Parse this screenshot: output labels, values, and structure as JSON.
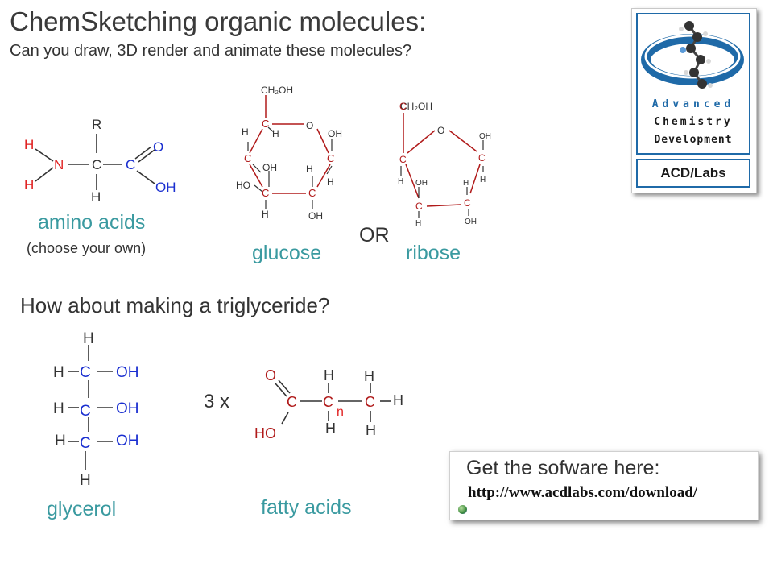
{
  "title": "ChemSketching organic molecules:",
  "subtitle": "Can you draw, 3D render and animate these molecules?",
  "question": "How about making a triglyceride?",
  "captions": {
    "amino_acids": "amino acids",
    "amino_acids_sub": "(choose your own)",
    "glucose": "glucose",
    "or": "OR",
    "ribose": "ribose",
    "glycerol": "glycerol",
    "times": "3 x",
    "fatty_acids": "fatty acids"
  },
  "molecules": {
    "amino": {
      "H1": "H",
      "H2": "H",
      "N": "N",
      "C1": "C",
      "C2": "C",
      "R": "R",
      "Hb": "H",
      "O": "O",
      "OH": "OH"
    },
    "glucose": {
      "CH2OH": "CH₂OH",
      "C": "C",
      "O": "O",
      "H": "H",
      "OH": "OH",
      "HO": "HO"
    },
    "ribose": {
      "CH2OH": "CH₂OH",
      "C": "C",
      "O": "O",
      "H": "H",
      "OH": "OH"
    },
    "glycerol": {
      "H": "H",
      "C": "C",
      "OH": "OH"
    },
    "fatty": {
      "O": "O",
      "HO": "HO",
      "C": "C",
      "H": "H",
      "n": "n"
    }
  },
  "colors": {
    "black": "#333333",
    "red": "#e02020",
    "blue": "#1a2fd0",
    "darkred": "#b01a1a",
    "teal": "#3a9aa0",
    "logo_blue": "#1f6aa8"
  },
  "logo": {
    "icon": "molecule-ring-logo-icon",
    "word1": "Advanced",
    "word2": "Chemistry",
    "word3": "Development",
    "acd": "ACD/Labs"
  },
  "download": {
    "title": "Get the sofware here:",
    "url": "http://www.acdlabs.com/download/",
    "icon": "globe-icon"
  }
}
